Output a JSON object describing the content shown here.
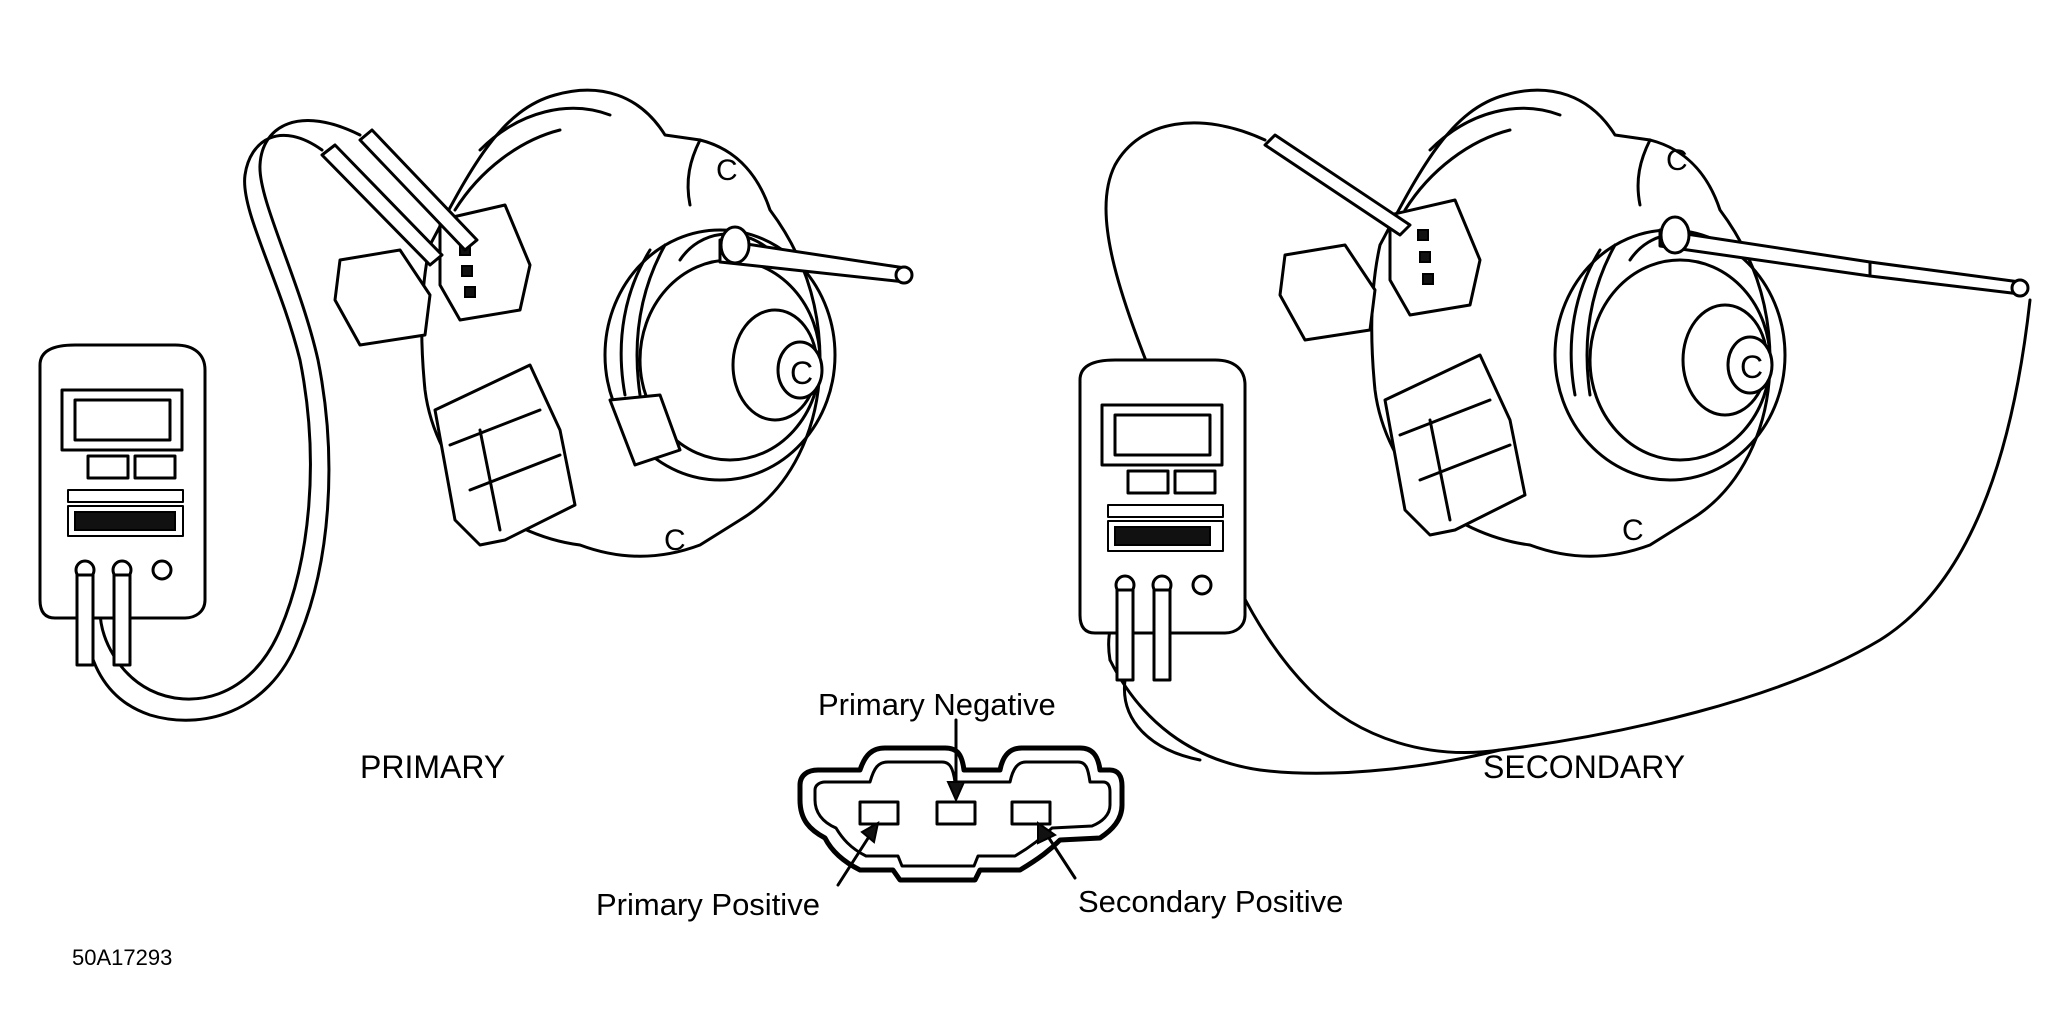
{
  "labels": {
    "primary": "PRIMARY",
    "secondary": "SECONDARY",
    "primary_negative": "Primary Negative",
    "primary_positive": "Primary Positive",
    "secondary_positive": "Secondary Positive",
    "figure_id": "50A17293"
  }
}
